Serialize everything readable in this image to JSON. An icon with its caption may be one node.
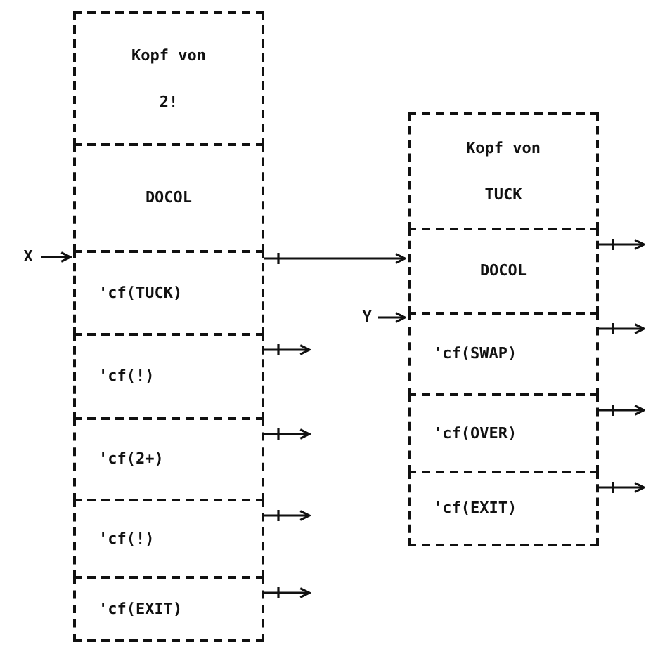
{
  "diagram": {
    "nodes": [
      {
        "text": [
          "Kopf von 2!"
        ]
      },
      {
        "text": [
          "DOCOL"
        ]
      },
      {
        "text": [
          "'cf(TUCK)"
        ]
      },
      {
        "text": [
          "'cf(!)"
        ]
      },
      {
        "text": [
          "'cf(2+)"
        ]
      },
      {
        "text": [
          "'cf(!)"
        ]
      },
      {
        "text": [
          "'cf(EXIT)"
        ]
      },
      {
        "text": [
          "Kopf von TUCK"
        ]
      },
      {
        "text": [
          "DOCOL"
        ]
      },
      {
        "text": [
          "'cf(SWAP)"
        ]
      },
      {
        "text": [
          "'cf(OVER)"
        ]
      },
      {
        "text": [
          "'cf(EXIT)"
        ]
      },
      {
        "text": [
          "X"
        ]
      },
      {
        "text": [
          "Y"
        ]
      }
    ],
    "edges": [
      {
        "from": 12,
        "to": 2,
        "arrow": "to"
      },
      {
        "from": 2,
        "to": 8,
        "arrow": "to"
      },
      {
        "from": 3,
        "to": null,
        "arrow": "to"
      },
      {
        "from": 4,
        "to": null,
        "arrow": "to"
      },
      {
        "from": 5,
        "to": null,
        "arrow": "to"
      },
      {
        "from": 6,
        "to": null,
        "arrow": "to"
      },
      {
        "from": 13,
        "to": 9,
        "arrow": "to"
      },
      {
        "from": 8,
        "to": null,
        "arrow": "to"
      },
      {
        "from": 9,
        "to": null,
        "arrow": "to"
      },
      {
        "from": 10,
        "to": null,
        "arrow": "to"
      },
      {
        "from": 11,
        "to": null,
        "arrow": "to"
      }
    ]
  }
}
